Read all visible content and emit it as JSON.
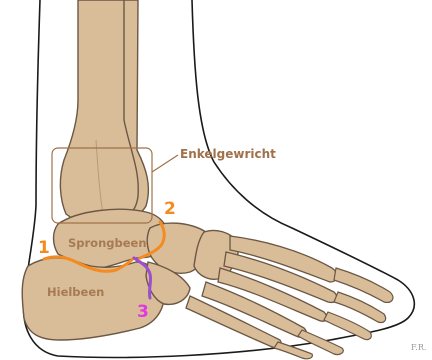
{
  "labels": {
    "ankle_joint": "Enkelgewricht",
    "talus": "Sprongbeen",
    "calcaneus": "Hielbeen"
  },
  "markers": {
    "joint_1": "1",
    "joint_2": "2",
    "joint_3": "3"
  },
  "signature": "F.R.",
  "colors": {
    "bone_fill": "#d9bd99",
    "bone_outline": "#6b5744",
    "skin_outline": "#1a1a1a",
    "label_brown": "#a0714a",
    "joint_orange": "#f58a1f",
    "joint_purple": "#9b4fd0",
    "marker_magenta": "#e238e2"
  }
}
